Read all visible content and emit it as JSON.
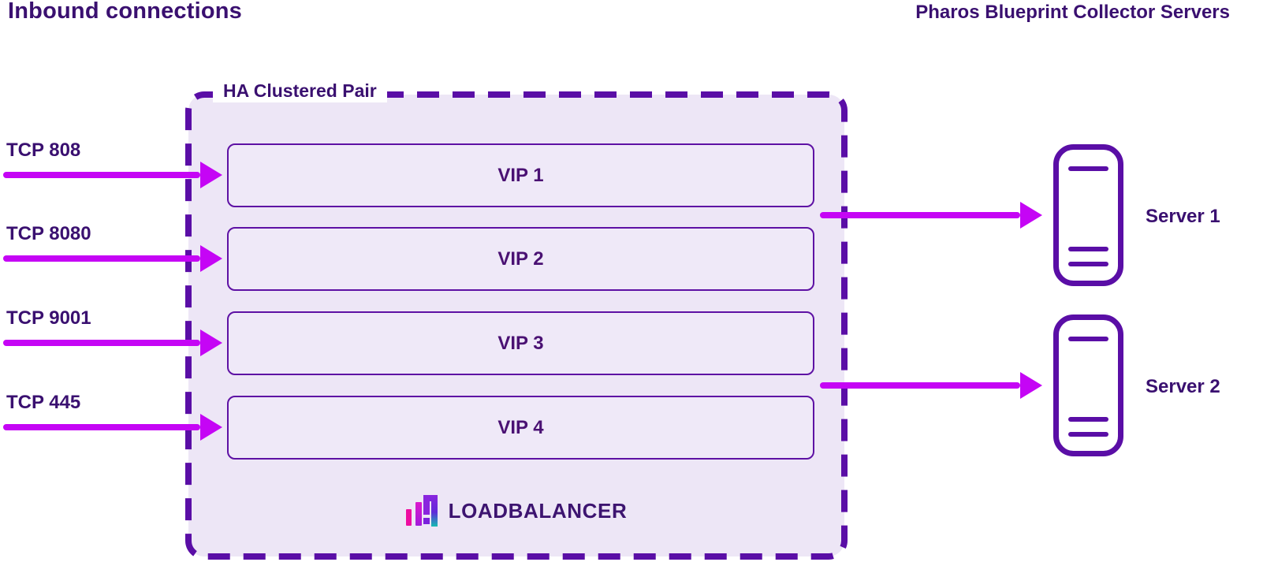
{
  "page": {
    "title": "Inbound connections",
    "subtitle": "Pharos Blueprint Collector Servers"
  },
  "cluster": {
    "label": "HA Clustered Pair",
    "vips": [
      {
        "label": "VIP 1"
      },
      {
        "label": "VIP 2"
      },
      {
        "label": "VIP 3"
      },
      {
        "label": "VIP 4"
      }
    ],
    "logo": {
      "text": "LOADBALANCER",
      "icon": "loadbalancer-bars-icon"
    }
  },
  "inbound_ports": [
    {
      "label": "TCP 808"
    },
    {
      "label": "TCP 8080"
    },
    {
      "label": "TCP 9001"
    },
    {
      "label": "TCP 445"
    }
  ],
  "servers": [
    {
      "label": "Server 1"
    },
    {
      "label": "Server 2"
    }
  ],
  "colors": {
    "ink": "#3A1070",
    "border_purple": "#5A0EA6",
    "vip_border": "#5E11A4",
    "arrow": "#C505F5",
    "box_fill": "#EDE6F6",
    "vip_fill": "#EFE9F8",
    "logo_ink": "#3D1470",
    "logo_pink": "#EE0DA0",
    "logo_magenta": "#C315D6",
    "logo_purple": "#7A22DC",
    "logo_teal": "#16BDB2"
  }
}
